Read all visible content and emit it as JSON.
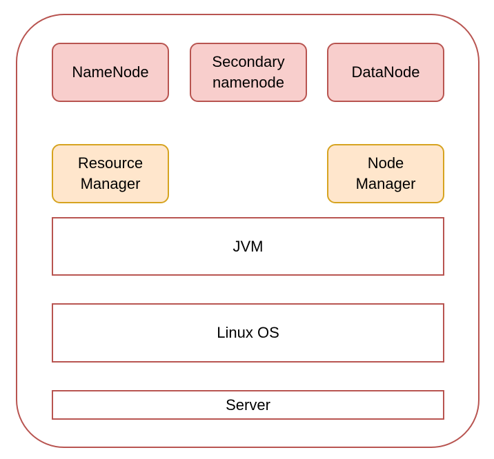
{
  "diagram": {
    "colors": {
      "outer_border": "#b85450",
      "daemon_fill": "#f8cecc",
      "daemon_border": "#b85450",
      "yarn_fill": "#ffe6cc",
      "yarn_border": "#d6a31f",
      "layer_fill": "#ffffff",
      "layer_border": "#b85450"
    },
    "hdfs_daemons": [
      {
        "label": "NameNode"
      },
      {
        "label": "Secondary\nnamenode"
      },
      {
        "label": "DataNode"
      }
    ],
    "yarn_daemons": [
      {
        "label": "Resource\nManager"
      },
      {
        "label": "Node\nManager"
      }
    ],
    "layers": {
      "jvm": "JVM",
      "os": "Linux OS",
      "hardware": "Server"
    }
  }
}
